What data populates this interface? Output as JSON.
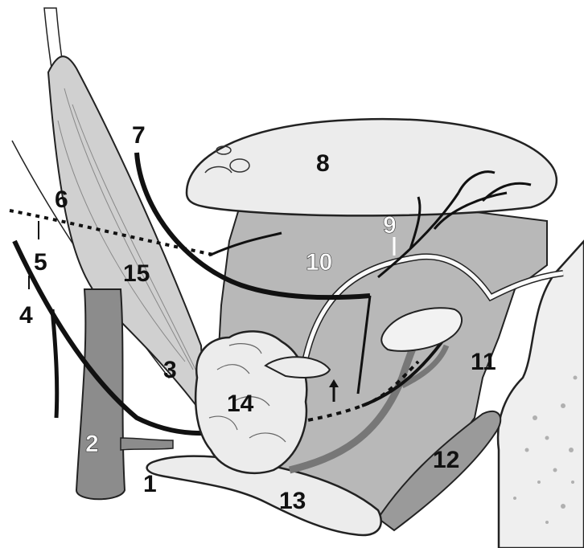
{
  "labels": {
    "l1": "1",
    "l2": "2",
    "l3": "3",
    "l4": "4",
    "l5": "5",
    "l6": "6",
    "l7": "7",
    "l8": "8",
    "l9": "9",
    "l10": "10",
    "l11": "11",
    "l12": "12",
    "l13": "13",
    "l14": "14",
    "l15": "15"
  },
  "colors": {
    "bone": "#eeeeee",
    "tissue": "#b8b8b8",
    "vessel": "#8c8c8c",
    "line": "#111111"
  }
}
